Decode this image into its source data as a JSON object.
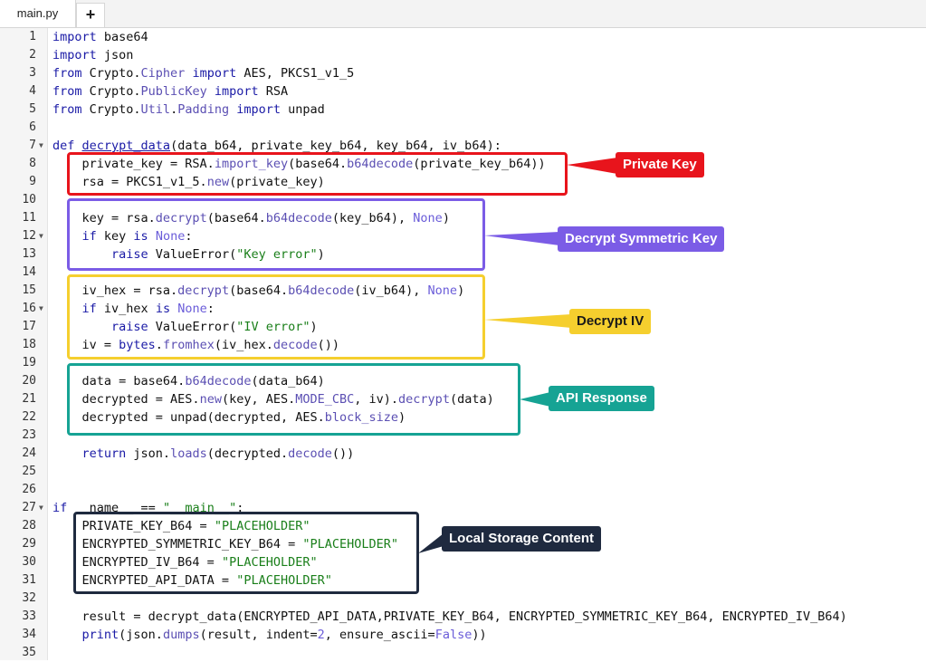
{
  "tabs": [
    {
      "label": "main.py"
    }
  ],
  "add_tab_label": "+",
  "code_lines": [
    {
      "n": "1",
      "fold": false,
      "html": "<span class=\"kw\">import</span> base64"
    },
    {
      "n": "2",
      "fold": false,
      "html": "<span class=\"kw\">import</span> json"
    },
    {
      "n": "3",
      "fold": false,
      "html": "<span class=\"kw\">from</span> Crypto.<span class=\"attr\">Cipher</span> <span class=\"kw\">import</span> AES, PKCS1_v1_5"
    },
    {
      "n": "4",
      "fold": false,
      "html": "<span class=\"kw\">from</span> Crypto.<span class=\"attr\">PublicKey</span> <span class=\"kw\">import</span> RSA"
    },
    {
      "n": "5",
      "fold": false,
      "html": "<span class=\"kw\">from</span> Crypto.<span class=\"attr\">Util</span>.<span class=\"attr\">Padding</span> <span class=\"kw\">import</span> unpad"
    },
    {
      "n": "6",
      "fold": false,
      "html": ""
    },
    {
      "n": "7",
      "fold": true,
      "html": "<span class=\"kw\">def</span> <span class=\"fn\">decrypt_data</span>(data_b64, private_key_b64, key_b64, iv_b64):"
    },
    {
      "n": "8",
      "fold": false,
      "html": "    private_key = RSA.<span class=\"attr\">import_key</span>(base64.<span class=\"attr\">b64decode</span>(private_key_b64))"
    },
    {
      "n": "9",
      "fold": false,
      "html": "    rsa = PKCS1_v1_5.<span class=\"attr\">new</span>(private_key)"
    },
    {
      "n": "10",
      "fold": false,
      "html": ""
    },
    {
      "n": "11",
      "fold": false,
      "html": "    key = rsa.<span class=\"attr\">decrypt</span>(base64.<span class=\"attr\">b64decode</span>(key_b64), <span class=\"cst\">None</span>)"
    },
    {
      "n": "12",
      "fold": true,
      "html": "    <span class=\"kw\">if</span> key <span class=\"kw\">is</span> <span class=\"cst\">None</span>:"
    },
    {
      "n": "13",
      "fold": false,
      "html": "        <span class=\"kw\">raise</span> ValueError(<span class=\"str\">\"Key error\"</span>)"
    },
    {
      "n": "14",
      "fold": false,
      "html": ""
    },
    {
      "n": "15",
      "fold": false,
      "html": "    iv_hex = rsa.<span class=\"attr\">decrypt</span>(base64.<span class=\"attr\">b64decode</span>(iv_b64), <span class=\"cst\">None</span>)"
    },
    {
      "n": "16",
      "fold": true,
      "html": "    <span class=\"kw\">if</span> iv_hex <span class=\"kw\">is</span> <span class=\"cst\">None</span>:"
    },
    {
      "n": "17",
      "fold": false,
      "html": "        <span class=\"kw\">raise</span> ValueError(<span class=\"str\">\"IV error\"</span>)"
    },
    {
      "n": "18",
      "fold": false,
      "html": "    iv = <span class=\"kw\">bytes</span>.<span class=\"attr\">fromhex</span>(iv_hex.<span class=\"attr\">decode</span>())"
    },
    {
      "n": "19",
      "fold": false,
      "html": ""
    },
    {
      "n": "20",
      "fold": false,
      "html": "    data = base64.<span class=\"attr\">b64decode</span>(data_b64)"
    },
    {
      "n": "21",
      "fold": false,
      "html": "    decrypted = AES.<span class=\"attr\">new</span>(key, AES.<span class=\"attr\">MODE_CBC</span>, iv).<span class=\"attr\">decrypt</span>(data)"
    },
    {
      "n": "22",
      "fold": false,
      "html": "    decrypted = unpad(decrypted, AES.<span class=\"attr\">block_size</span>)"
    },
    {
      "n": "23",
      "fold": false,
      "html": ""
    },
    {
      "n": "24",
      "fold": false,
      "html": "    <span class=\"kw\">return</span> json.<span class=\"attr\">loads</span>(decrypted.<span class=\"attr\">decode</span>())"
    },
    {
      "n": "25",
      "fold": false,
      "html": ""
    },
    {
      "n": "26",
      "fold": false,
      "html": ""
    },
    {
      "n": "27",
      "fold": true,
      "html": "<span class=\"kw\">if</span> __name__ == <span class=\"str\">\"__main__\"</span>:"
    },
    {
      "n": "28",
      "fold": false,
      "html": "    PRIVATE_KEY_B64 = <span class=\"str\">\"PLACEHOLDER\"</span>"
    },
    {
      "n": "29",
      "fold": false,
      "html": "    ENCRYPTED_SYMMETRIC_KEY_B64 = <span class=\"str\">\"PLACEHOLDER\"</span>"
    },
    {
      "n": "30",
      "fold": false,
      "html": "    ENCRYPTED_IV_B64 = <span class=\"str\">\"PLACEHOLDER\"</span>"
    },
    {
      "n": "31",
      "fold": false,
      "html": "    ENCRYPTED_API_DATA = <span class=\"str\">\"PLACEHOLDER\"</span>"
    },
    {
      "n": "32",
      "fold": false,
      "html": ""
    },
    {
      "n": "33",
      "fold": false,
      "html": "    result = decrypt_data(ENCRYPTED_API_DATA,PRIVATE_KEY_B64, ENCRYPTED_SYMMETRIC_KEY_B64, ENCRYPTED_IV_B64)"
    },
    {
      "n": "34",
      "fold": false,
      "html": "    <span class=\"kw\">print</span>(json.<span class=\"attr\">dumps</span>(result, indent=<span class=\"cst\">2</span>, ensure_ascii=<span class=\"cst\">False</span>))"
    },
    {
      "n": "35",
      "fold": false,
      "html": ""
    }
  ],
  "annotations": [
    {
      "label": "Private Key",
      "color": "#e8141c",
      "text_color": "#ffffff"
    },
    {
      "label": "Decrypt Symmetric Key",
      "color": "#7b5ce6",
      "text_color": "#ffffff"
    },
    {
      "label": "Decrypt IV",
      "color": "#f5cf2e",
      "text_color": "#1a1a1a"
    },
    {
      "label": "API Response",
      "color": "#16a394",
      "text_color": "#ffffff"
    },
    {
      "label": "Local Storage Content",
      "color": "#1f2a3f",
      "text_color": "#ffffff"
    }
  ]
}
